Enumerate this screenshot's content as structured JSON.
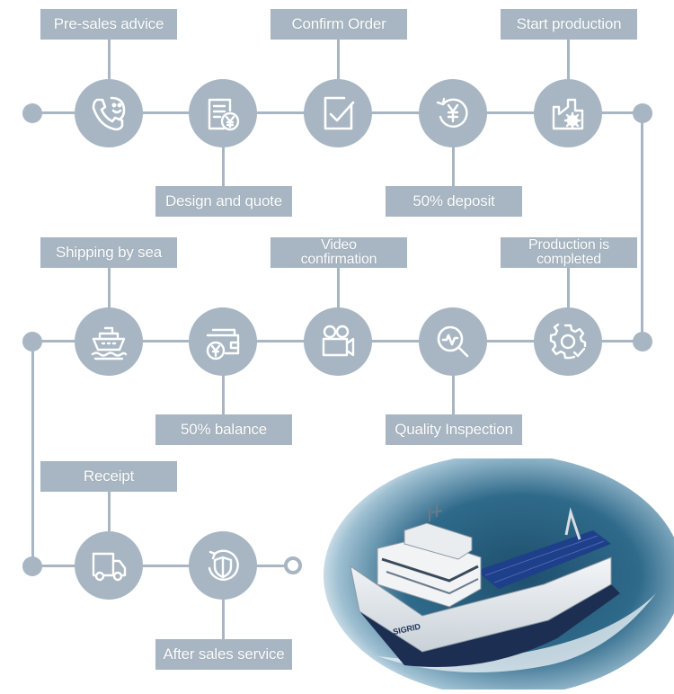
{
  "steps": [
    {
      "id": "pre-sales",
      "label": "Pre-sales advice",
      "icon": "phone-smile-icon"
    },
    {
      "id": "design",
      "label": "Design and quote",
      "icon": "quote-document-icon"
    },
    {
      "id": "confirm",
      "label": "Confirm Order",
      "icon": "checkbox-icon"
    },
    {
      "id": "deposit",
      "label": "50% deposit",
      "icon": "yen-refresh-icon"
    },
    {
      "id": "start-production",
      "label": "Start production",
      "icon": "factory-icon"
    },
    {
      "id": "production-completed",
      "label": "Production is completed",
      "icon": "gear-check-icon"
    },
    {
      "id": "quality",
      "label": "Quality Inspection",
      "icon": "magnifier-icon"
    },
    {
      "id": "video",
      "label": "Video confirmation",
      "icon": "video-camera-icon"
    },
    {
      "id": "balance",
      "label": "50% balance",
      "icon": "wallet-icon"
    },
    {
      "id": "shipping",
      "label": "Shipping by sea",
      "icon": "ship-icon"
    },
    {
      "id": "receipt",
      "label": "Receipt",
      "icon": "truck-icon"
    },
    {
      "id": "after-sales",
      "label": "After sales service",
      "icon": "shield-icon"
    }
  ],
  "colors": {
    "accent": "#a7b6c2",
    "icon_stroke": "#ffffff"
  },
  "image": {
    "name": "cargo-ship-photo",
    "ship_name": "SIGRID"
  }
}
